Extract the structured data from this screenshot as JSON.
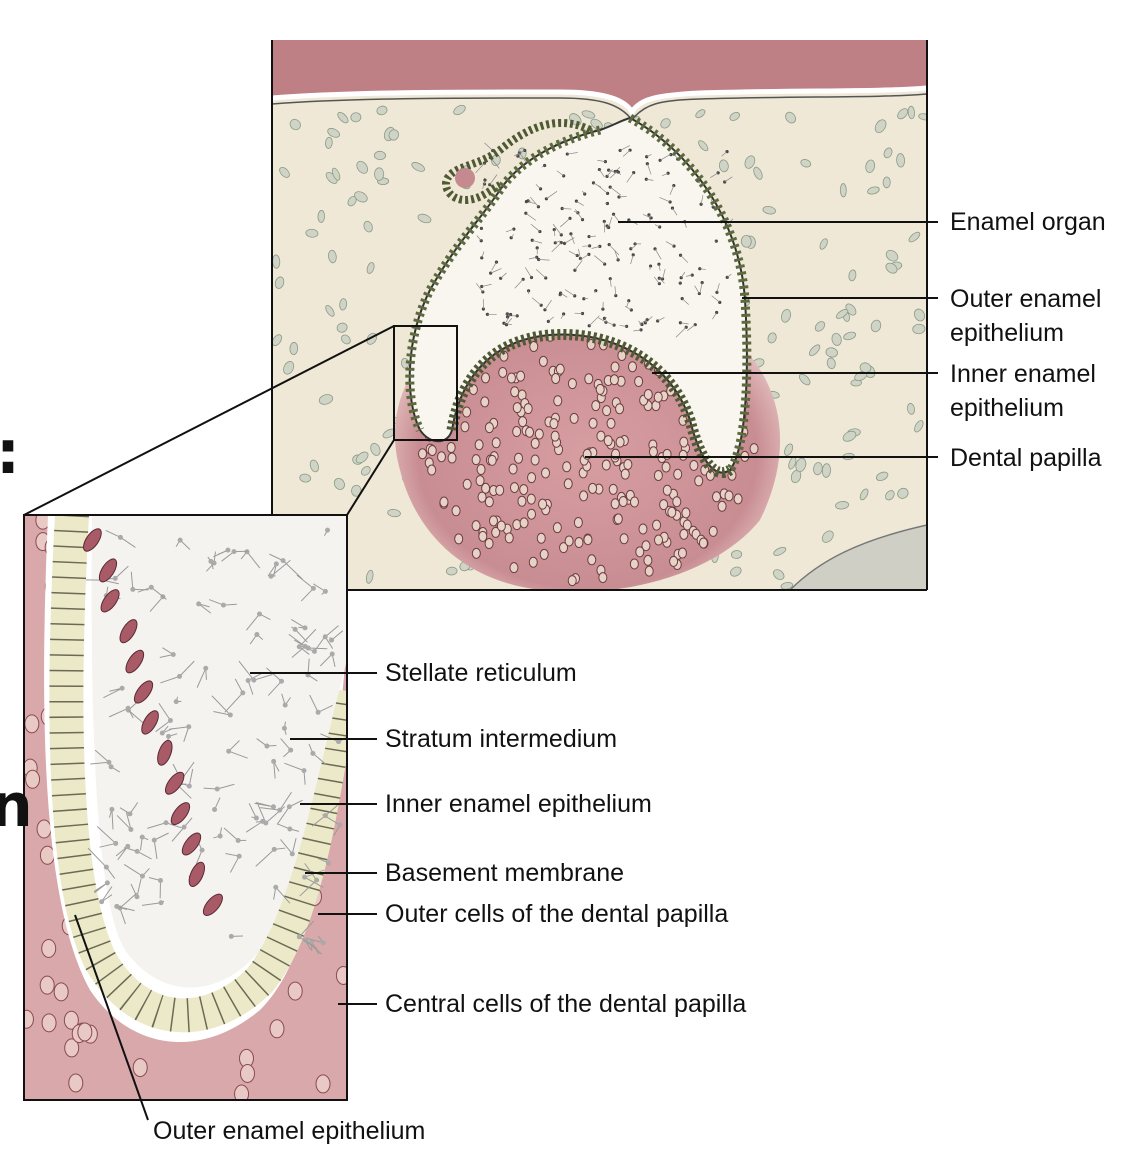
{
  "fragments": {
    "colon": ":",
    "letter_n": "n"
  },
  "labels": {
    "enamel_organ": "Enamel organ",
    "outer_enamel_epithelium_top": [
      "Outer enamel",
      "epithelium"
    ],
    "inner_enamel_epithelium_top": [
      "Inner enamel",
      "epithelium"
    ],
    "dental_papilla": "Dental papilla",
    "stellate_reticulum": "Stellate reticulum",
    "stratum_intermedium": "Stratum intermedium",
    "inner_enamel_epithelium": "Inner enamel epithelium",
    "basement_membrane": "Basement membrane",
    "outer_cells_dental_papilla": "Outer cells of the dental papilla",
    "central_cells_dental_papilla": "Central cells of the dental papilla",
    "outer_enamel_epithelium_bottom": "Outer enamel epithelium"
  },
  "colors": {
    "mesenchyme": "#efe8d6",
    "oral_epithelium": "#b8737c",
    "papilla": "#c48a8f",
    "papilla_light": "#e3b9bb",
    "enamel_cells": "#ece9c8",
    "line": "#111111"
  }
}
